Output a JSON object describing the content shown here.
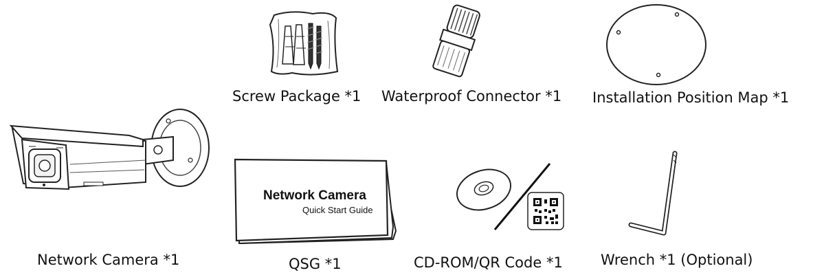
{
  "items": [
    {
      "caption": "Screw Package *1",
      "icon": "screw-package-icon"
    },
    {
      "caption": "Waterproof Connector *1",
      "icon": "waterproof-connector-icon"
    },
    {
      "caption": "Installation Position Map *1",
      "icon": "installation-map-icon"
    },
    {
      "caption": "Network Camera *1",
      "icon": "network-camera-icon"
    },
    {
      "caption": "QSG *1",
      "icon": "qsg-booklet-icon"
    },
    {
      "caption": "CD-ROM/QR Code *1",
      "icon": "cd-qr-icon"
    },
    {
      "caption": "Wrench *1 (Optional)",
      "icon": "wrench-icon"
    }
  ],
  "qsg": {
    "title": "Network Camera",
    "subtitle": "Quick Start Guide"
  }
}
